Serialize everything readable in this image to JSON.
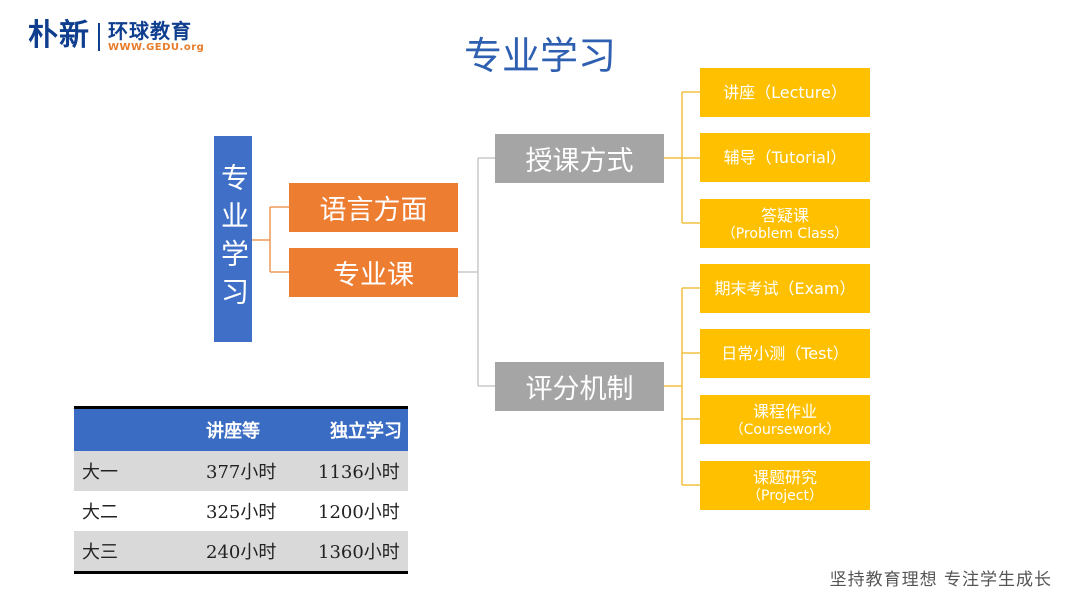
{
  "logo": {
    "main": "朴新",
    "brand_cn": "环球教育",
    "url": "WWW.GEDU.org"
  },
  "title": "专业学习",
  "tree": {
    "root": "专业学习",
    "level1": [
      "语言方面",
      "专业课"
    ],
    "level2": [
      "授课方式",
      "评分机制"
    ],
    "teaching_methods": [
      {
        "line1": "讲座（Lecture）",
        "line2": ""
      },
      {
        "line1": "辅导（Tutorial）",
        "line2": ""
      },
      {
        "line1": "答疑课",
        "line2": "（Problem Class）"
      }
    ],
    "assessment": [
      {
        "line1": "期末考试（Exam）",
        "line2": ""
      },
      {
        "line1": "日常小测（Test）",
        "line2": ""
      },
      {
        "line1": "课程作业",
        "line2": "（Coursework）"
      },
      {
        "line1": "课题研究",
        "line2": "（Project）"
      }
    ]
  },
  "table": {
    "headers": [
      "",
      "讲座等",
      "独立学习"
    ],
    "rows": [
      [
        "大一",
        "377小时",
        "1136小时"
      ],
      [
        "大二",
        "325小时",
        "1200小时"
      ],
      [
        "大三",
        "240小时",
        "1360小时"
      ]
    ]
  },
  "footer": "坚持教育理想  专注学生成长",
  "colors": {
    "root": "#3f6fc6",
    "level1": "#ed7d31",
    "level2": "#a5a5a5",
    "leaf": "#ffc000",
    "table_header": "#3a6cc3",
    "title": "#2e5fb0"
  }
}
